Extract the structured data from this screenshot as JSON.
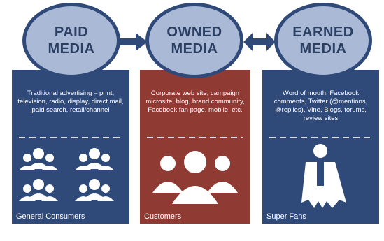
{
  "columns": [
    {
      "id": "paid",
      "title_line1": "PAID",
      "title_line2": "MEDIA",
      "description": "Traditional advertising – print, television, radio, display, direct mail, paid search, retail/channel",
      "audience": "General Consumers",
      "color": "#2f4a78",
      "icon": "people-group-icon"
    },
    {
      "id": "owned",
      "title_line1": "OWNED",
      "title_line2": "MEDIA",
      "description": "Corporate web site, campaign microsite, blog, brand community, Facebook fan page, mobile, etc.",
      "audience": "Customers",
      "color": "#8f3a32",
      "icon": "people-trio-icon"
    },
    {
      "id": "earned",
      "title_line1": "EARNED",
      "title_line2": "MEDIA",
      "description": "Word of mouth, Facebook comments, Twitter (@mentions, @replies), Vine, Blogs, forums, review sites",
      "audience": "Super Fans",
      "color": "#2f4a78",
      "icon": "superhero-icon"
    }
  ],
  "connectors": [
    {
      "from": "paid",
      "to": "owned",
      "type": "single-arrow"
    },
    {
      "from": "owned",
      "to": "earned",
      "type": "double-arrow"
    }
  ],
  "circle_fill": "#a9b9d6"
}
